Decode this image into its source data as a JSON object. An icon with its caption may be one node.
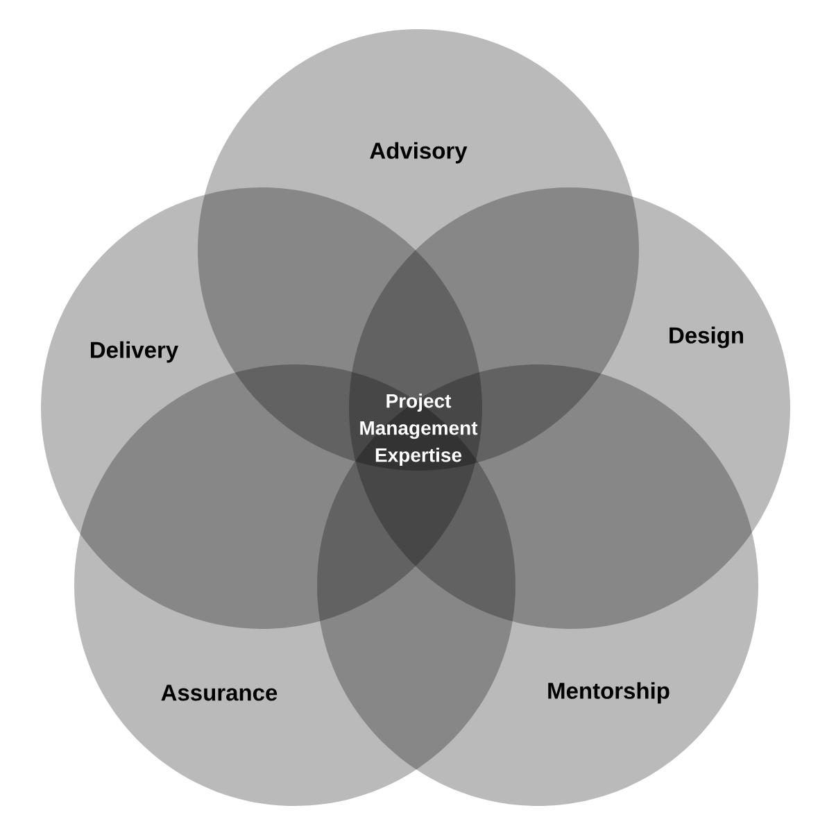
{
  "diagram": {
    "nodes": [
      {
        "text": [
          "Advisory"
        ]
      },
      {
        "text": [
          "Delivery"
        ]
      },
      {
        "text": [
          "Design"
        ]
      },
      {
        "text": [
          "Assurance"
        ]
      },
      {
        "text": [
          "Mentorship"
        ]
      }
    ],
    "edges": [],
    "labels": [
      "Project Management Expertise"
    ]
  }
}
